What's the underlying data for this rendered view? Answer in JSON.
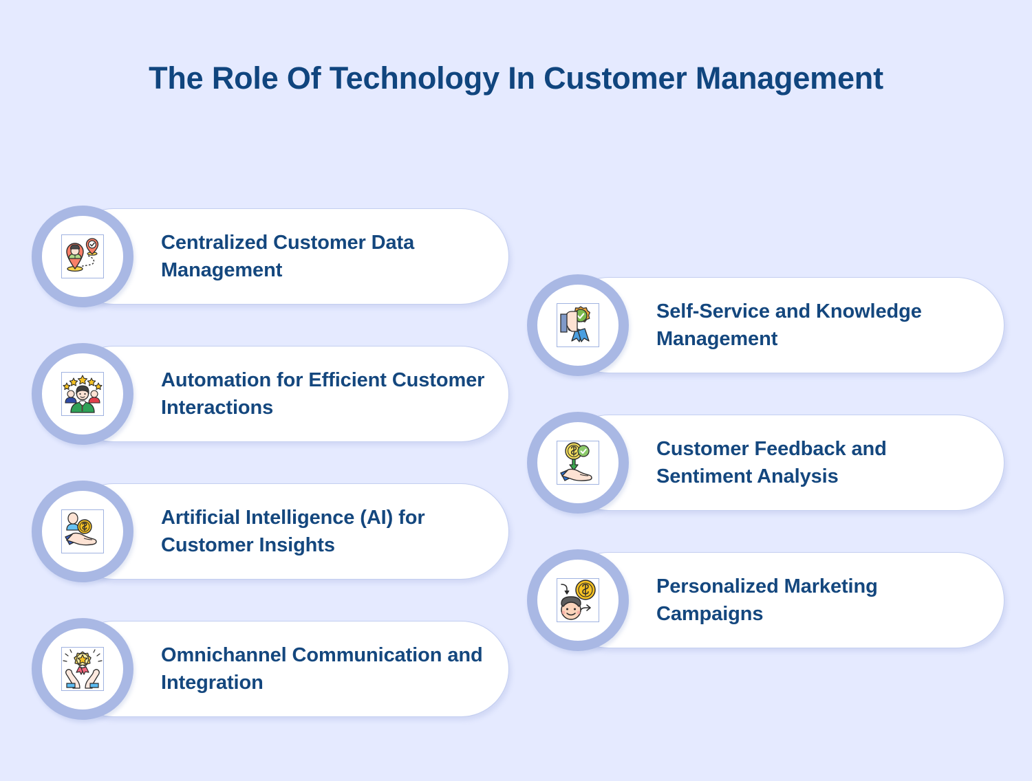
{
  "page": {
    "title": "The Role Of Technology In Customer Management",
    "background_color": "#e5eaff",
    "text_color": "#14477e",
    "ring_color": "#a9b8e4",
    "card_background": "#ffffff",
    "card_border_color": "#c3cef0"
  },
  "left_column": [
    {
      "label": "Centralized Customer Data Management",
      "icon": "location-pin-person-icon"
    },
    {
      "label": "Automation for Efficient Customer Interactions",
      "icon": "five-star-rating-person-icon"
    },
    {
      "label": "Artificial Intelligence (AI) for Customer Insights",
      "icon": "person-coin-hand-icon"
    },
    {
      "label": "Omnichannel Communication and Integration",
      "icon": "hands-holding-star-medal-icon"
    }
  ],
  "right_column": [
    {
      "label": "Self-Service and Knowledge Management",
      "icon": "hand-holding-check-rosette-icon"
    },
    {
      "label": "Customer Feedback and Sentiment Analysis",
      "icon": "coin-check-hand-icon"
    },
    {
      "label": "Personalized Marketing Campaigns",
      "icon": "face-coin-arrows-icon"
    }
  ]
}
